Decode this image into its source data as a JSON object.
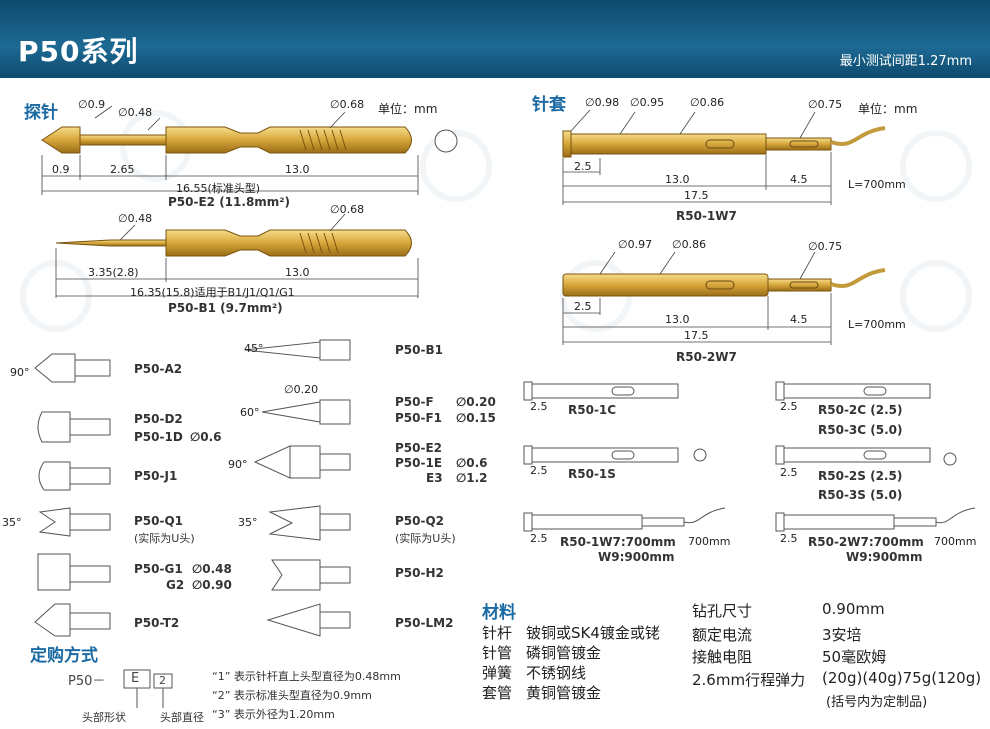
{
  "header": {
    "title": "P50系列",
    "right_text": "最小测试间距1.27mm"
  },
  "probe": {
    "section": "探针",
    "unit": "单位：mm",
    "e2": {
      "d1": "∅0.9",
      "d2": "∅0.48",
      "d3": "∅0.68",
      "dim1": "0.9",
      "dim2": "2.65",
      "dim3": "13.0",
      "total": "16.55(标准头型)",
      "name": "P50-E2 (11.8mm²)"
    },
    "b1": {
      "d1": "∅0.48",
      "d2": "∅0.68",
      "dim1": "3.35(2.8)",
      "dim2": "13.0",
      "total": "16.35(15.8)适用于B1/J1/Q1/G1",
      "name": "P50-B1  (9.7mm²)"
    }
  },
  "sleeve": {
    "section": "针套",
    "unit": "单位：mm",
    "r1w7": {
      "d1": "∅0.98",
      "d2": "∅0.95",
      "d3": "∅0.86",
      "d4": "∅0.75",
      "dim1": "2.5",
      "dim2": "13.0",
      "dim3": "4.5",
      "total": "17.5",
      "wire": "L=700mm",
      "name": "R50-1W7"
    },
    "r2w7": {
      "d1": "∅0.97",
      "d2": "∅0.86",
      "d3": "∅0.75",
      "dim1": "2.5",
      "dim2": "13.0",
      "dim3": "4.5",
      "total": "17.5",
      "wire": "L=700mm",
      "name": "R50-2W7"
    }
  },
  "heads": {
    "a2": {
      "angle": "90°",
      "name": "P50-A2"
    },
    "b1": {
      "angle": "45°",
      "name": "P50-B1"
    },
    "d2": {
      "name1": "P50-D2",
      "name2": "P50-1D",
      "d": "∅0.6"
    },
    "f": {
      "d": "∅0.20",
      "angle": "60°",
      "name1": "P50-F",
      "name2": "P50-F1",
      "v1": "∅0.20",
      "v2": "∅0.15"
    },
    "j1": {
      "name": "P50-J1"
    },
    "e2": {
      "angle": "90°",
      "name1": "P50-E2",
      "name2": "P50-1E",
      "name3": "E3",
      "v1": "∅0.6",
      "v2": "∅1.2"
    },
    "q1": {
      "angle": "35°",
      "name": "P50-Q1",
      "note": "(实际为U头)"
    },
    "q2": {
      "angle": "35°",
      "name": "P50-Q2",
      "note": "(实际为U头)"
    },
    "g1": {
      "name1": "P50-G1",
      "name2": "G2",
      "v1": "∅0.48",
      "v2": "∅0.90"
    },
    "h2": {
      "name": "P50-H2"
    },
    "t2": {
      "name": "P50-T2"
    },
    "lm2": {
      "name": "P50-LM2"
    }
  },
  "sleeves_small": {
    "r1c": {
      "dim": "2.5",
      "name": "R50-1C"
    },
    "r2c": {
      "dim": "2.5",
      "name1": "R50-2C (2.5)",
      "name2": "R50-3C (5.0)"
    },
    "r1s": {
      "dim": "2.5",
      "name": "R50-1S"
    },
    "r2s": {
      "dim": "2.5",
      "name1": "R50-2S (2.5)",
      "name2": "R50-3S (5.0)"
    },
    "r1w7": {
      "dim": "2.5",
      "name1": "R50-1W7:700mm",
      "name2": "W9:900mm",
      "wire": "700mm"
    },
    "r2w7": {
      "dim": "2.5",
      "name1": "R50-2W7:700mm",
      "name2": "W9:900mm",
      "wire": "700mm"
    }
  },
  "ordering": {
    "title": "定购方式",
    "prefix": "P50－",
    "box1": "E",
    "box2": "2",
    "label1": "头部形状",
    "label2": "头部直径",
    "notes": [
      "“1” 表示针杆直上头型直径为0.48mm",
      "“2” 表示标准头型直径为0.9mm",
      "“3” 表示外径为1.20mm"
    ]
  },
  "materials": {
    "title": "材料",
    "rows": [
      {
        "k": "针杆",
        "v": "铍铜或SK4镀金或铑"
      },
      {
        "k": "针管",
        "v": "磷铜管镀金"
      },
      {
        "k": "弹簧",
        "v": "不锈钢线"
      },
      {
        "k": "套管",
        "v": "黄铜管镀金"
      }
    ]
  },
  "specs": {
    "rows": [
      {
        "k": "钻孔尺寸",
        "v": "0.90mm"
      },
      {
        "k": "额定电流",
        "v": "3安培"
      },
      {
        "k": "接触电阻",
        "v": "50毫欧姆"
      },
      {
        "k": "2.6mm行程弹力",
        "v": "(20g)(40g)75g(120g)"
      }
    ],
    "note": "(括号内为定制品)"
  },
  "colors": {
    "header": "#14557d",
    "accent": "#1b6aa4",
    "gold": "#d6a63a"
  }
}
